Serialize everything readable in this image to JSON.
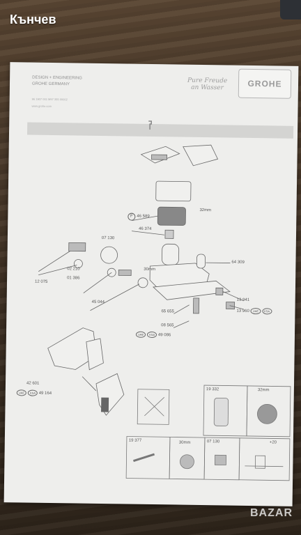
{
  "watermark": {
    "top": "Кънчев",
    "bottom": "BAZAR"
  },
  "header": {
    "design_line1": "DESIGN + ENGINEERING",
    "design_line2": "GROHE GERMANY",
    "small_line": "96 1907 001 M97 355 00002",
    "url": "www.grohe.com",
    "slogan_line1": "Pure Freude",
    "slogan_line2": "an Wasser",
    "logo": "GROHE"
  },
  "parts": {
    "p46589": "46 589",
    "p46374": "46 374",
    "p32mm_top": "32mm",
    "p07130": "07 130",
    "p02210": "02 210",
    "p01386": "01 386",
    "p12075": "12 075",
    "p30mm": "30mm",
    "p45044": "45 044",
    "p64309": "64 309",
    "p13941": "13 941",
    "p13960": "13 960",
    "p65655": "65 655",
    "p08565": "08 565",
    "p49086": "49 086",
    "p42601": "42 601",
    "p49164": "49 164",
    "circle_f": "F",
    "uae": "UAE",
    "ksa": "KSA"
  },
  "bottom_boxes": {
    "b19332": "19 332",
    "b32mm": "32mm",
    "b19377": "19 377",
    "b30mm": "30mm",
    "b07130": "07 130",
    "plus20": "+20"
  }
}
